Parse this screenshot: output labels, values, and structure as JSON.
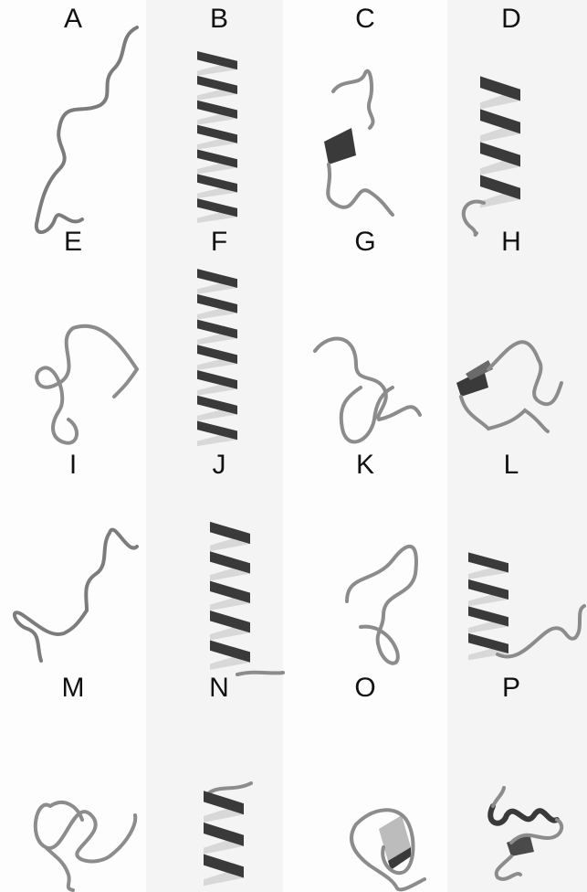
{
  "panels": [
    {
      "label": "A",
      "kind": "coil"
    },
    {
      "label": "B",
      "kind": "helix"
    },
    {
      "label": "C",
      "kind": "coil-short-helix"
    },
    {
      "label": "D",
      "kind": "helix-tail"
    },
    {
      "label": "E",
      "kind": "coil"
    },
    {
      "label": "F",
      "kind": "helix"
    },
    {
      "label": "G",
      "kind": "coil"
    },
    {
      "label": "H",
      "kind": "coil-short-helix"
    },
    {
      "label": "I",
      "kind": "coil"
    },
    {
      "label": "J",
      "kind": "helix-tail"
    },
    {
      "label": "K",
      "kind": "coil"
    },
    {
      "label": "L",
      "kind": "helix-tail"
    },
    {
      "label": "M",
      "kind": "coil"
    },
    {
      "label": "N",
      "kind": "helix-turns"
    },
    {
      "label": "O",
      "kind": "coil-short-helix"
    },
    {
      "label": "P",
      "kind": "coil-short-helix"
    }
  ],
  "colors": {
    "ribbon_dark": "#3a3a3a",
    "ribbon_light": "#d8d8d8",
    "coil": "#8c8c8c",
    "background_band": "#f4f4f4"
  }
}
